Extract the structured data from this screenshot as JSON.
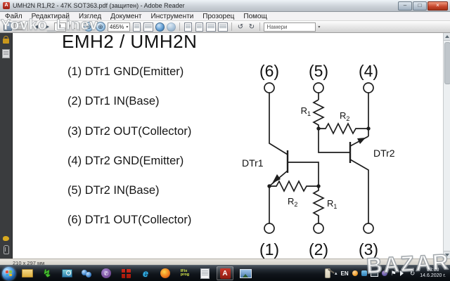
{
  "window": {
    "title": "UMH2N R1,R2 - 47K SOT363.pdf (защитен) - Adobe Reader",
    "app_badge": "A",
    "minimize": "–",
    "maximize": "□",
    "close": "×"
  },
  "menubar": {
    "items": [
      "Файл",
      "Редактирай",
      "Изглед",
      "Документ",
      "Инструменти",
      "Прозорец",
      "Помощ"
    ]
  },
  "toolbar": {
    "page_value": "1",
    "page_of": "/ 1",
    "zoom_value": "465%",
    "find_value": "Намери"
  },
  "icons": {
    "prev": "◀",
    "next": "▶",
    "zoom_out": "⊖",
    "zoom_in": "⊕",
    "dropdown": "▾",
    "rotate_ccw": "↺",
    "rotate_cw": "↻",
    "lightning": "↯",
    "viber_phone": "✆",
    "ie_letter": "e",
    "adobe_letter": "A",
    "tray_expand": "▴",
    "tray_flag": "⚑",
    "tray_sync": "↻"
  },
  "statusbar": {
    "page_size": "210 x 297 мм"
  },
  "document": {
    "title": "EMH2 / UMH2N",
    "pin_list": [
      "(1) DTr1 GND(Emitter)",
      "(2) DTr1 IN(Base)",
      "(3) DTr2 OUT(Collector)",
      "(4) DTr2 GND(Emitter)",
      "(5) DTr2 IN(Base)",
      "(6) DTr1 OUT(Collector)"
    ],
    "diagram": {
      "top_pins": {
        "p6": "(6)",
        "p5": "(5)",
        "p4": "(4)"
      },
      "bottom_pins": {
        "p1": "(1)",
        "p2": "(2)",
        "p3": "(3)"
      },
      "dtr1": "DTr1",
      "dtr2": "DTr2",
      "r_base": "R",
      "r1_sub": "1",
      "r2_sub": "2"
    }
  },
  "watermarks": {
    "user": "Yovko_Linev",
    "site": "BAZAR"
  },
  "taskbar": {
    "ifix_line1": "IFix",
    "ifix_line2": "prog",
    "language": "EN",
    "time": "03:00",
    "date": "14.6.2020 г."
  },
  "colors": {
    "close_button": "#c4442a",
    "titlebar": "#ccd2d8",
    "sidebar": "#3a3c3e",
    "lock_gold": "#c9971c",
    "taskbar": "#10151b",
    "orb_blue": "#14539c",
    "viber_purple": "#7b519d",
    "firefox_orange": "#f07d1d",
    "ie_blue": "#35b6ef",
    "metro_red": "#cc2b1d",
    "page": "#ffffff",
    "ink": "#111111"
  }
}
